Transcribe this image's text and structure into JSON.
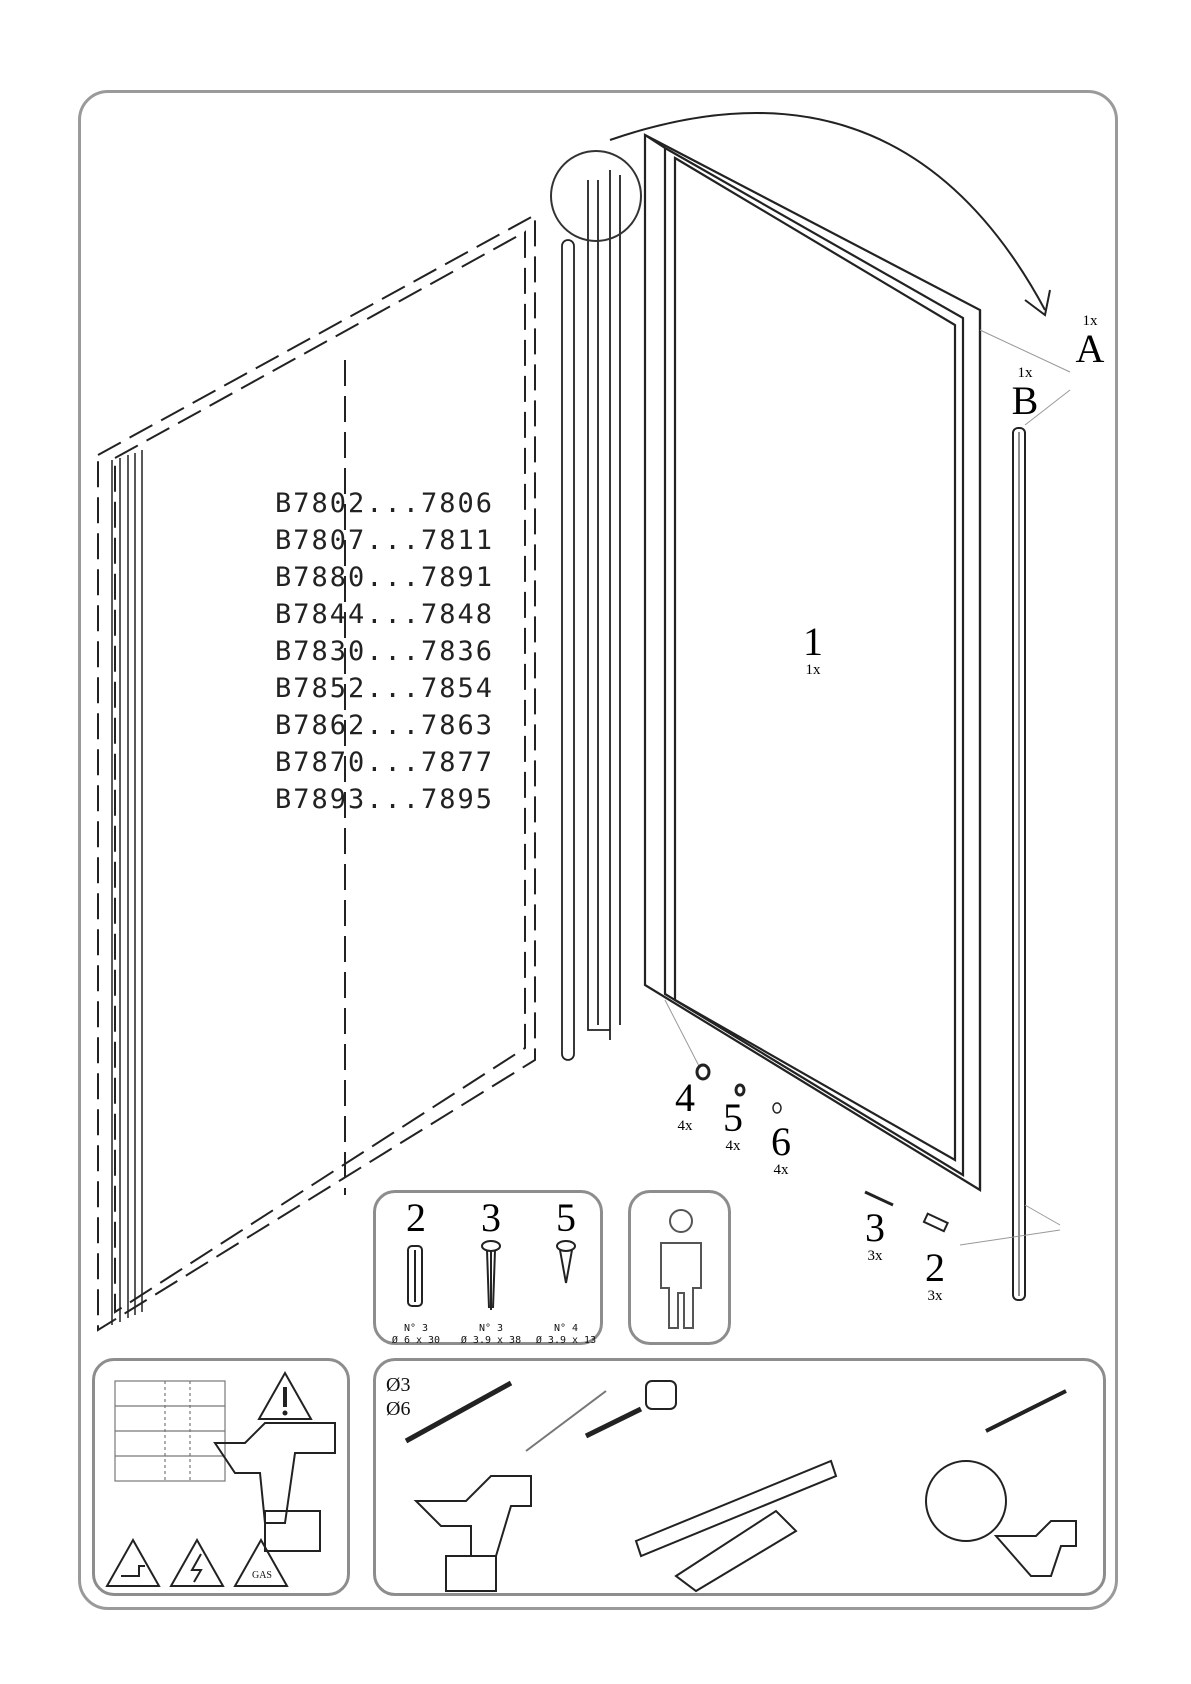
{
  "models": [
    "B7802...7806",
    "B7807...7811",
    "B7880...7891",
    "B7844...7848",
    "B7830...7836",
    "B7852...7854",
    "B7862...7863",
    "B7870...7877",
    "B7893...7895"
  ],
  "parts": {
    "p1": {
      "num": "1",
      "qty": "1x"
    },
    "pA": {
      "num": "A",
      "qty": "1x"
    },
    "pB": {
      "num": "B",
      "qty": "1x"
    },
    "p4": {
      "num": "4",
      "qty": "4x"
    },
    "p5": {
      "num": "5",
      "qty": "4x"
    },
    "p6": {
      "num": "6",
      "qty": "4x"
    },
    "p3": {
      "num": "3",
      "qty": "3x"
    },
    "p2": {
      "num": "2",
      "qty": "3x"
    }
  },
  "fasteners": [
    {
      "num": "2",
      "spec1": "N° 3",
      "spec2": "Ø 6 x 30"
    },
    {
      "num": "3",
      "spec1": "N° 3",
      "spec2": "Ø 3.9 x 38"
    },
    {
      "num": "5",
      "spec1": "N° 4",
      "spec2": "Ø 3.9 x 13"
    }
  ],
  "warnings": {
    "gas": "GAS"
  },
  "tools": {
    "drill1": "Ø3",
    "drill2": "Ø6"
  },
  "icons": [
    "warning-exclamation-icon",
    "water-pipe-warning-icon",
    "electric-warning-icon",
    "gas-warning-icon",
    "person-icon",
    "drill-icon",
    "pencil-icon",
    "tape-measure-icon",
    "level-icon",
    "silicone-gun-icon",
    "screwdriver-icon"
  ]
}
